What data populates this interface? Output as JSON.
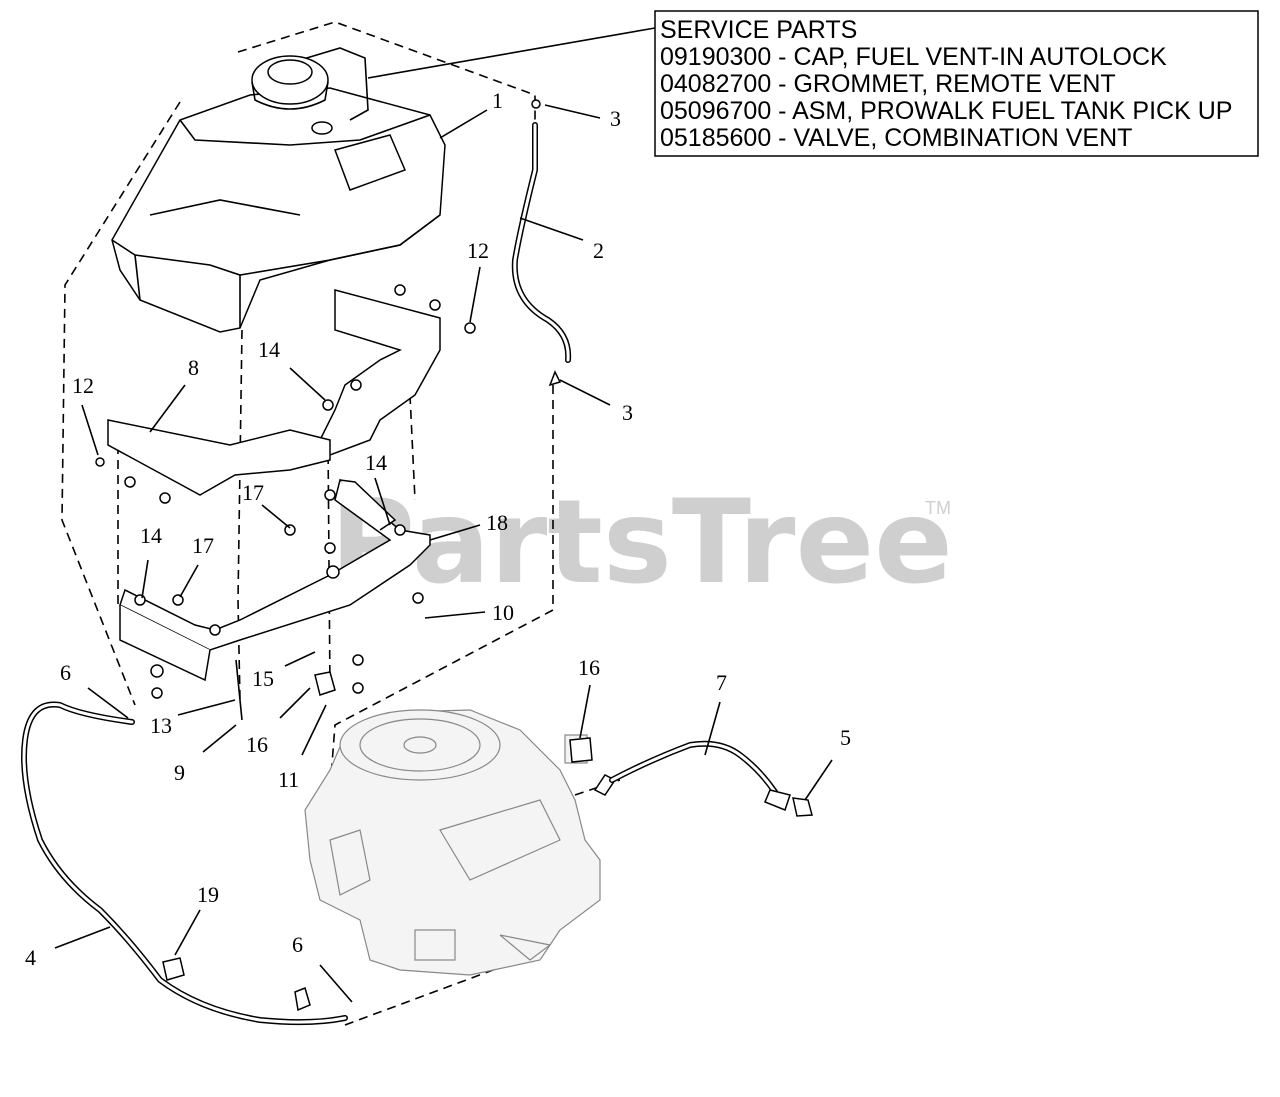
{
  "service_parts": {
    "title": "SERVICE PARTS",
    "items": [
      "09190300 - CAP, FUEL VENT-IN AUTOLOCK",
      "04082700 - GROMMET, REMOTE VENT",
      "05096700 - ASM, PROWALK FUEL TANK PICK UP",
      "05185600 - VALVE, COMBINATION VENT"
    ]
  },
  "watermark": {
    "text": "PartsTree",
    "trademark": "TM"
  },
  "callouts": [
    "1",
    "2",
    "3",
    "3",
    "4",
    "5",
    "6",
    "6",
    "7",
    "8",
    "9",
    "10",
    "11",
    "12",
    "12",
    "13",
    "14",
    "14",
    "14",
    "15",
    "16",
    "16",
    "17",
    "17",
    "18",
    "19"
  ]
}
